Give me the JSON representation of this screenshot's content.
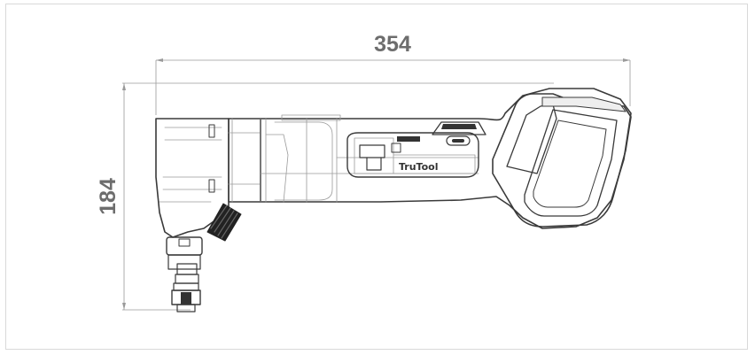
{
  "dimensions": {
    "length_label": "354",
    "height_label": "184"
  },
  "product": {
    "brand_label": "TruTool"
  },
  "colors": {
    "dimension_text": "#6d6d6d",
    "outline": "#3a3a3a",
    "frame_border": "#d9d9d9"
  }
}
